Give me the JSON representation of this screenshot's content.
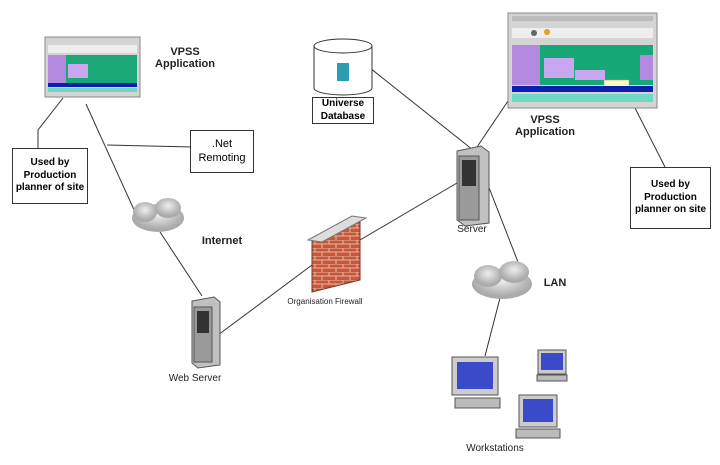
{
  "nodes": {
    "vpss_left": "VPSS Application",
    "used_by_left": "Used by Production planner of site",
    "net_remoting": ".Net Remoting",
    "internet": "Internet",
    "web_server": "Web Server",
    "firewall": "Organisation Firewall",
    "database": "Universe Database",
    "server": "Server",
    "vpss_right": "VPSS Application",
    "used_by_right": "Used by Production planner on site",
    "lan": "LAN",
    "workstations": "Workstations"
  }
}
